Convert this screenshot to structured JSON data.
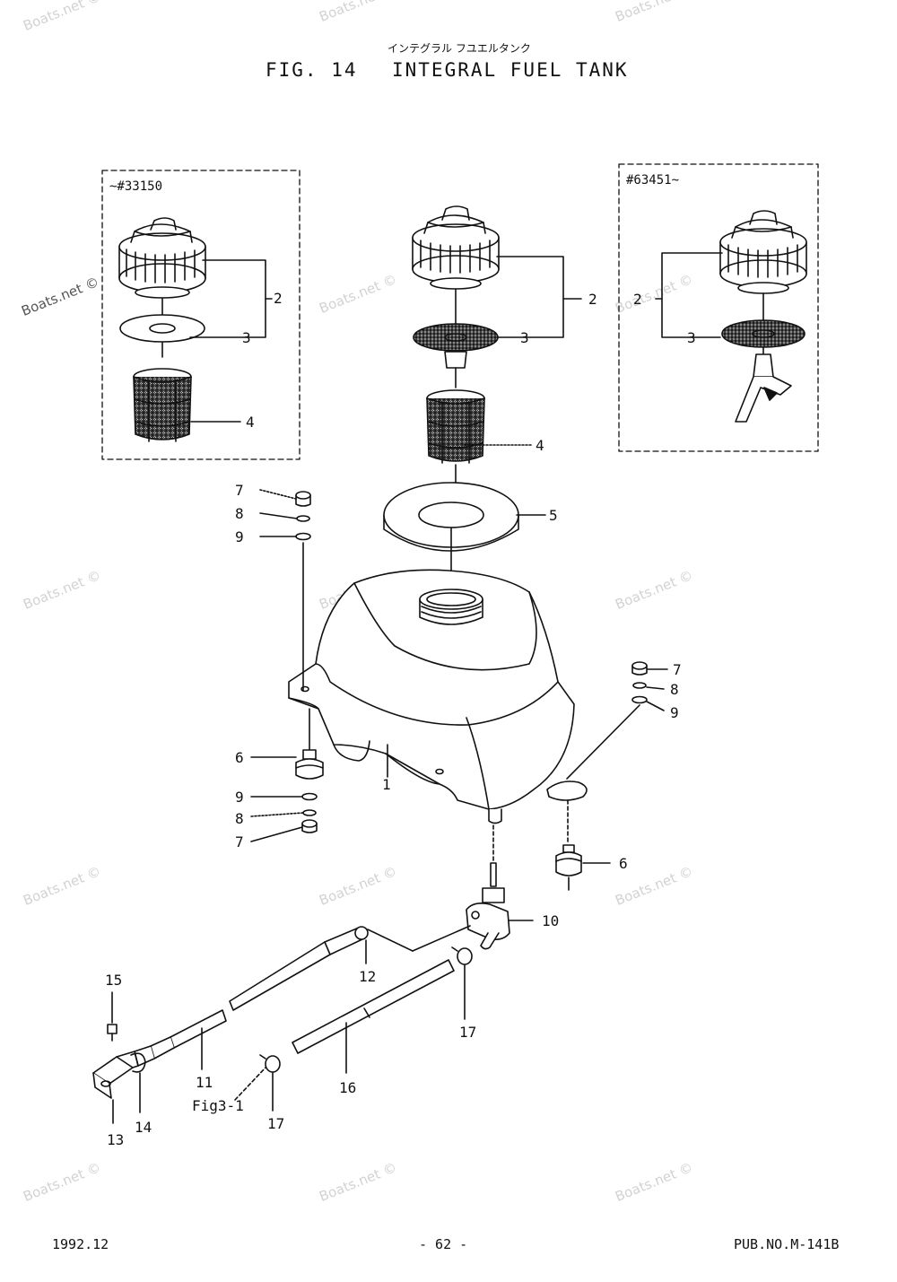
{
  "header": {
    "kana": "インテグラル フユエルタンク",
    "fig_label": "FIG. 14",
    "title": "INTEGRAL FUEL TANK"
  },
  "insets": {
    "left_serial": "~#33150",
    "right_serial": "#63451~"
  },
  "callouts": {
    "n1": "1",
    "n2": "2",
    "n3": "3",
    "n4": "4",
    "n5": "5",
    "n6": "6",
    "n7": "7",
    "n8": "8",
    "n9": "9",
    "n10": "10",
    "n11": "11",
    "n12": "12",
    "n13": "13",
    "n14": "14",
    "n15": "15",
    "n16": "16",
    "n17": "17",
    "fig_ref": "Fig3-1"
  },
  "footer": {
    "date": "1992.12",
    "page": "- 62 -",
    "pub_no": "PUB.NO.M-141B"
  },
  "watermark": {
    "text": "Boats.net ©"
  },
  "colors": {
    "ink": "#111111",
    "watermark": "#d2d2d2"
  }
}
